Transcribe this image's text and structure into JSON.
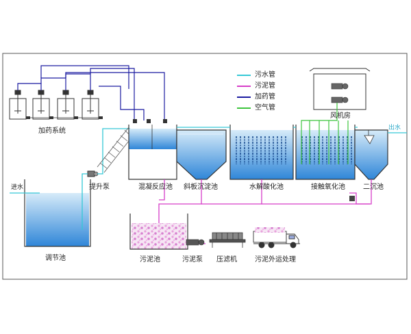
{
  "legend": [
    {
      "label": "污水管",
      "color": "#34c8d6"
    },
    {
      "label": "污泥管",
      "color": "#d63cc8"
    },
    {
      "label": "加药管",
      "color": "#1a1aa0"
    },
    {
      "label": "空气管",
      "color": "#3cc43c"
    }
  ],
  "labels": {
    "dosing_system": "加药系统",
    "blower_room": "风机房",
    "inlet": "进水",
    "outlet": "出水",
    "equalization_tank": "调节池",
    "lift_pump": "提升泵",
    "coag_tank": "混凝反应池",
    "settler": "斜板沉淀池",
    "hydrolysis": "水解酸化池",
    "contact_ox": "接触氧化池",
    "secondary": "二沉池",
    "sludge_tank": "污泥池",
    "sludge_pump": "污泥泵",
    "filter_press": "压滤机",
    "sludge_out": "污泥外运处理"
  },
  "colors": {
    "sewage": "#34c8d6",
    "sludge": "#d63cc8",
    "dosing": "#1a1aa0",
    "air": "#3cc43c",
    "water_top": "#cfe6f7",
    "water_bottom": "#2f86d8",
    "outline": "#333333"
  }
}
